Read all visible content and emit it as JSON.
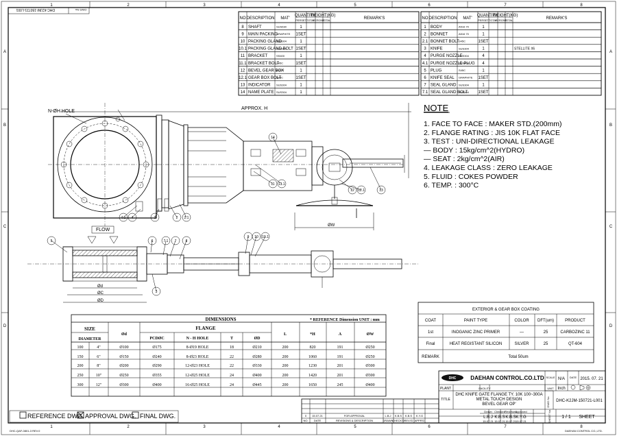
{
  "frame": {
    "columns": [
      "1",
      "2",
      "3",
      "4",
      "5",
      "6",
      "7",
      "8"
    ],
    "rows": [
      "A",
      "B",
      "C",
      "D"
    ],
    "dwg_no_label": "DWG No.",
    "dwg_no": "DHC-K2JM-150721-L001",
    "bottom_left": "DHC-QAF-0801-3 REV.0",
    "bottom_right": "DAEHAN CONTROL CO.,LTD."
  },
  "parts_left": {
    "headers": {
      "no": "NO",
      "desc": "DESCRIPTION",
      "mat": "MAT'",
      "qty": "QUANTITY",
      "wt": "WEIGHT(KG)",
      "rem": "REMARK'S",
      "sub1": "PERSET",
      "sub2": "TOTAL",
      "sub3": "PERONE",
      "sub4": "TOTAL"
    },
    "rows": [
      {
        "no": "8",
        "desc": "SHAFT",
        "mat": "SUS630",
        "qty": "1",
        "rem": ""
      },
      {
        "no": "9",
        "desc": "MAIN PACKING",
        "mat": "GRAPHITE",
        "qty": "1SET",
        "rem": ""
      },
      {
        "no": "10",
        "desc": "PACKING GLAND",
        "mat": "SUS304",
        "qty": "1",
        "rem": ""
      },
      {
        "no": "10.1",
        "desc": "PACKING GLAND BOLT",
        "mat": "SUS304",
        "qty": "1SET",
        "rem": ""
      },
      {
        "no": "11",
        "desc": "BRACKET",
        "mat": "SS400",
        "qty": "1",
        "rem": ""
      },
      {
        "no": "11.1",
        "desc": "BRACKET BOLT",
        "mat": "S45C",
        "qty": "1SET",
        "rem": ""
      },
      {
        "no": "12",
        "desc": "BEVEL GEAR BOX",
        "mat": "ASS'Y",
        "qty": "1",
        "rem": ""
      },
      {
        "no": "12.1",
        "desc": "GEAR BOX BOLT",
        "mat": "S45C",
        "qty": "1SET",
        "rem": ""
      },
      {
        "no": "13",
        "desc": "INDICATOR",
        "mat": "SUS304",
        "qty": "1",
        "rem": ""
      },
      {
        "no": "14",
        "desc": "NAME PLATE",
        "mat": "SUS304",
        "qty": "1",
        "rem": ""
      }
    ]
  },
  "parts_right": {
    "headers": {
      "no": "NO",
      "desc": "DESCRIPTION",
      "mat": "MAT'",
      "qty": "QUANTITY",
      "wt": "WEIGHT(KG)",
      "rem": "REMARK'S",
      "sub1": "PERSET",
      "sub2": "TOTAL",
      "sub3": "PERONE",
      "sub4": "TOTAL"
    },
    "rows": [
      {
        "no": "1",
        "desc": "BODY",
        "mat": "A516 70",
        "qty": "1",
        "rem": ""
      },
      {
        "no": "2",
        "desc": "BONNET",
        "mat": "A516 70",
        "qty": "1",
        "rem": ""
      },
      {
        "no": "2.1",
        "desc": "BONNET BOLT",
        "mat": "S45C",
        "qty": "1SET",
        "rem": ""
      },
      {
        "no": "3",
        "desc": "KNIFE",
        "mat": "SUS304",
        "qty": "1",
        "rem": "STELLITE #6"
      },
      {
        "no": "4",
        "desc": "PURGE NOZZLE",
        "mat": "SUS304",
        "qty": "4",
        "rem": ""
      },
      {
        "no": "4.1",
        "desc": "PURGE NOZZLE PLUG",
        "mat": "SUS304",
        "qty": "4",
        "rem": ""
      },
      {
        "no": "5",
        "desc": "PLUG",
        "mat": "S45C",
        "qty": "1",
        "rem": ""
      },
      {
        "no": "6",
        "desc": "KNIFE SEAL",
        "mat": "GRAPHITE",
        "qty": "1SET",
        "rem": ""
      },
      {
        "no": "7",
        "desc": "SEAL GLAND",
        "mat": "SUS304",
        "qty": "1",
        "rem": ""
      },
      {
        "no": "7.1",
        "desc": "SEAL GLAND BOLT",
        "mat": "SUS304",
        "qty": "1SET",
        "rem": ""
      }
    ]
  },
  "note": {
    "title": "NOTE",
    "lines": [
      "1. FACE TO FACE : MAKER STD.(200mm)",
      "2. FLANGE RATING : JIS 10K FLAT FACE",
      "3. TEST : UNI-DIRECTIONAL LEAKAGE",
      "  — BODY : 15kg/cm^2(HYDRO)",
      "  — SEAT : 2kg/cm^2(AIR)",
      "4. LEAKAGE CLASS : ZERO LEAKAGE",
      "5. FLUID : COKES POWDER",
      "6. TEMP. : 300°C"
    ]
  },
  "drawing": {
    "bolt_hole_label": "N-ØH HOLE",
    "approx_h": "APPROX. H",
    "dim_w": "ØW",
    "flow": "FLOW",
    "dim_d": "Ød",
    "dim_c": "ØC",
    "dim_D": "ØD",
    "balloons_top": [
      "14",
      "11",
      "11.1",
      "12",
      "12.1",
      "13",
      "4.1",
      "4",
      "1",
      "2",
      "2.1"
    ],
    "balloons_bottom": [
      "5",
      "6",
      "7.1",
      "7",
      "8",
      "9",
      "10",
      "10.1",
      "3"
    ]
  },
  "dimensions": {
    "title": "DIMENSIONS",
    "ref_note": "* REFERENCE Dimension  UNIT : mm",
    "headers": {
      "size": "SIZE",
      "diameter": "DIAMETER",
      "d": "Ød",
      "flange": "FLANGE",
      "pcd": "PCDØC",
      "nh": "N - H HOLE",
      "t": "T",
      "D": "ØD",
      "L": "L",
      "H": "*H",
      "A": "A",
      "W": "ØW"
    },
    "rows": [
      {
        "dn": "100",
        "in": "4\"",
        "d": "Ø100",
        "pcd": "Ø175",
        "nh": "8-Ø19 HOLE",
        "t": "18",
        "D": "Ø210",
        "L": "200",
        "H": "820",
        "A": "191",
        "W": "Ø250"
      },
      {
        "dn": "150",
        "in": "6\"",
        "d": "Ø150",
        "pcd": "Ø240",
        "nh": "8-Ø23 HOLE",
        "t": "22",
        "D": "Ø280",
        "L": "200",
        "H": "1060",
        "A": "191",
        "W": "Ø250"
      },
      {
        "dn": "200",
        "in": "8\"",
        "d": "Ø200",
        "pcd": "Ø290",
        "nh": "12-Ø23 HOLE",
        "t": "22",
        "D": "Ø330",
        "L": "200",
        "H": "1230",
        "A": "201",
        "W": "Ø300"
      },
      {
        "dn": "250",
        "in": "10\"",
        "d": "Ø250",
        "pcd": "Ø355",
        "nh": "12-Ø25 HOLE",
        "t": "24",
        "D": "Ø400",
        "L": "200",
        "H": "1420",
        "A": "201",
        "W": "Ø300"
      },
      {
        "dn": "300",
        "in": "12\"",
        "d": "Ø300",
        "pcd": "Ø400",
        "nh": "16-Ø25 HOLE",
        "t": "24",
        "D": "Ø445",
        "L": "200",
        "H": "1650",
        "A": "245",
        "W": "Ø400"
      }
    ]
  },
  "coating": {
    "title": "EXTERIOR & GEAR BOX COATING",
    "headers": {
      "coat": "COAT",
      "paint": "PAINT TYPE",
      "color": "COLOR",
      "dft": "DFT(um)",
      "product": "PRODUCT"
    },
    "rows": [
      {
        "coat": "1st",
        "paint": "INOGANIC ZINC PRIMER",
        "color": "—",
        "dft": "25",
        "product": "CARBOZINC 11"
      },
      {
        "coat": "Final",
        "paint": "HEAT REGISTANT SILICON",
        "color": "SILVER",
        "dft": "25",
        "product": "QT-604"
      }
    ],
    "remark_label": "REMARK",
    "remark": "Total 50um"
  },
  "title_block": {
    "company": "DAEHAN CONTROL.CO.LTD",
    "logo_text": "DHC",
    "scale_label": "SCALE",
    "scale": "N/A",
    "date_label": "DATE",
    "date": "2015. 07. 21",
    "plant_label": "PLANT",
    "plant": "",
    "facility_label": "FACILITY",
    "facility": "",
    "unit_label": "UNIT",
    "unit": "Inch",
    "title_label": "TITLE",
    "title_lines": [
      "DHC KNIFE GATE FLANGE TY. 10K 100~300A",
      "METAL TOUCH DESIGN",
      "BEVEL GEAR OP'"
    ],
    "dwg_no": "DHC-K2JM-150721-L001",
    "sign_headers": [
      "Drawn",
      "Checked",
      "Reviewed",
      "Approved"
    ],
    "signers": [
      "L.B.J",
      "K.B.S",
      "K.B.S",
      "K.Y.G"
    ],
    "sign_dates": [
      "15.07.21",
      "15.07.21",
      "15.07.21",
      "15.07.21"
    ],
    "sheet_label": "SHEET No.",
    "sheet": "1 / 1",
    "sheet_word": "SHEET"
  },
  "revisions": {
    "headers": {
      "no": "NO.",
      "date": "DATE",
      "desc": "REVISIONS & DESCRIPTION",
      "drawn": "DRAWN",
      "chkd": "CHECK'D",
      "revd": "REVI'D",
      "appd": "APPR'D"
    },
    "rows": [
      {
        "no": "0",
        "date": "15.07.21",
        "desc": "FOR APPROVAL",
        "drawn": "L.B.J",
        "chkd": "K.B.S",
        "revd": "K.B.S",
        "appd": "K.Y.G"
      }
    ]
  },
  "dwg_status": {
    "reference": "REFERENCE DWG.",
    "approval": "APPROVAL DWG.",
    "final": "FINAL DWG.",
    "checked": "approval"
  }
}
